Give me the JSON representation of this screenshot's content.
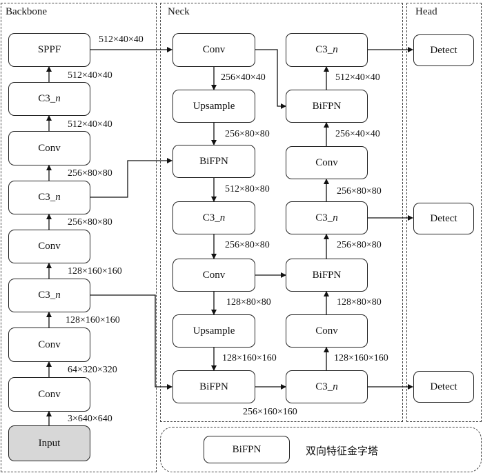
{
  "panels": {
    "backbone": "Backbone",
    "neck": "Neck",
    "head": "Head"
  },
  "blocks": {
    "sppf": "SPPF",
    "bb_c3_1": "C3_n",
    "bb_conv_1": "Conv",
    "bb_c3_2": "C3_n",
    "bb_conv_2": "Conv",
    "bb_c3_3": "C3_n",
    "bb_conv_3": "Conv",
    "bb_conv_4": "Conv",
    "input": "Input",
    "nk_conv_1": "Conv",
    "nk_upsample_1": "Upsample",
    "nk_bifpn_1": "BiFPN",
    "nk_c3_1": "C3_n",
    "nk_conv_2": "Conv",
    "nk_upsample_2": "Upsample",
    "nk_bifpn_2": "BiFPN",
    "r_c3_top": "C3_n",
    "r_bifpn_top": "BiFPN",
    "r_conv_1": "Conv",
    "r_c3_mid": "C3_n",
    "r_bifpn_mid": "BiFPN",
    "r_conv_2": "Conv",
    "r_c3_bot": "C3_n",
    "detect_1": "Detect",
    "detect_2": "Detect",
    "detect_3": "Detect"
  },
  "labels": {
    "sppf_out": "512×40×40",
    "bb_l1": "512×40×40",
    "bb_l2": "512×40×40",
    "bb_l3": "256×80×80",
    "bb_l4": "256×80×80",
    "bb_l5": "128×160×160",
    "bb_l6": "128×160×160",
    "bb_l7": "64×320×320",
    "bb_l8": "3×640×640",
    "nk_l1": "256×40×40",
    "nk_l2": "256×80×80",
    "nk_l3": "512×80×80",
    "nk_l4": "256×80×80",
    "nk_l5": "128×80×80",
    "nk_l6": "128×160×160",
    "nk_l7": "256×160×160",
    "r_l1": "512×40×40",
    "r_l2": "256×40×40",
    "r_l3": "256×80×80",
    "r_l4": "256×80×80",
    "r_l5": "128×80×80",
    "r_l6": "128×160×160"
  },
  "legend": {
    "block": "BiFPN",
    "description": "双向特征金字塔"
  }
}
